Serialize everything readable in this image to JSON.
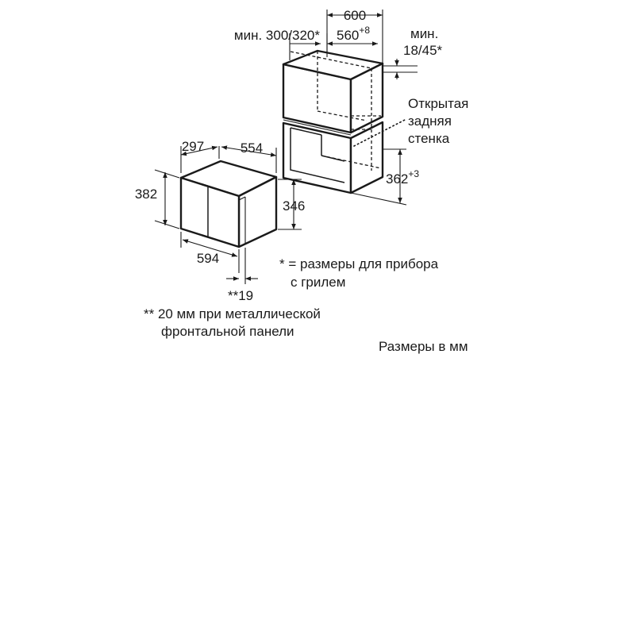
{
  "cabinet": {
    "width_total": "600",
    "min_top_height": "мин. 300/320*",
    "niche_width": "560",
    "niche_width_tol": "+8",
    "min_gap_line1": "мин.",
    "min_gap_line2": "18/45*",
    "open_back_line1": "Открытая",
    "open_back_line2": "задняя",
    "open_back_line3": "стенка",
    "niche_height": "362",
    "niche_height_tol": "+3"
  },
  "appliance": {
    "depth": "297",
    "inner_width": "554",
    "height": "382",
    "body_height": "346",
    "width": "594",
    "front_offset": "**19"
  },
  "notes": {
    "grill_line1": "* = размеры для прибора",
    "grill_line2": "с грилем",
    "metal_line1": "** 20 мм при металлической",
    "metal_line2": "фронтальной панели",
    "units": "Размеры в мм"
  }
}
